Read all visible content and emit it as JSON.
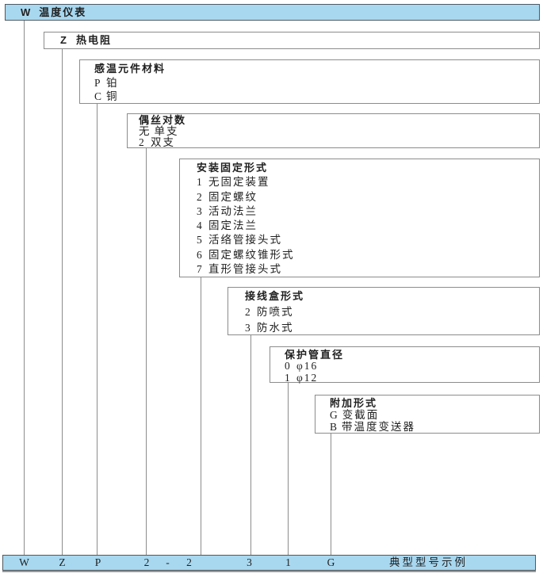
{
  "top_bar": {
    "code": "W",
    "label": "温度仪表"
  },
  "boxes": [
    {
      "code": "Z",
      "label": "热电阻"
    },
    {
      "title": "感温元件材料",
      "items": [
        {
          "code": "P",
          "label": "铂"
        },
        {
          "code": "C",
          "label": "铜"
        }
      ]
    },
    {
      "title": "偶丝对数",
      "items": [
        {
          "code": "无",
          "label": "单支"
        },
        {
          "code": "2",
          "label": "双支"
        }
      ]
    },
    {
      "title": "安装固定形式",
      "items": [
        {
          "code": "1",
          "label": "无固定装置"
        },
        {
          "code": "2",
          "label": "固定螺纹"
        },
        {
          "code": "3",
          "label": "活动法兰"
        },
        {
          "code": "4",
          "label": "固定法兰"
        },
        {
          "code": "5",
          "label": "活络管接头式"
        },
        {
          "code": "6",
          "label": "固定螺纹锥形式"
        },
        {
          "code": "7",
          "label": "直形管接头式"
        }
      ]
    },
    {
      "title": "接线盒形式",
      "items": [
        {
          "code": "2",
          "label": "防喷式"
        },
        {
          "code": "3",
          "label": "防水式"
        }
      ]
    },
    {
      "title": "保护管直径",
      "items": [
        {
          "code": "0",
          "label": "φ16"
        },
        {
          "code": "1",
          "label": "φ12"
        }
      ]
    },
    {
      "title": "附加形式",
      "items": [
        {
          "code": "G",
          "label": "变截面"
        },
        {
          "code": "B",
          "label": "带温度变送器"
        }
      ]
    }
  ],
  "bottom_bar": {
    "codes": [
      "W",
      "Z",
      "P",
      "2",
      "-",
      "2",
      "3",
      "1",
      "G"
    ],
    "caption": "典型型号示例"
  },
  "colors": {
    "bar_fill": "#a8d8f0",
    "bar_border": "#4e5a63",
    "box_border": "#8c8c8c",
    "line": "#8c8c8c",
    "text": "#1f1f1f"
  }
}
